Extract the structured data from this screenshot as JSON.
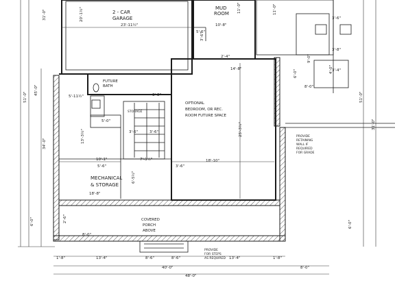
{
  "rooms": {
    "garage": [
      "2 - CAR",
      "GARAGE"
    ],
    "mud": [
      "MUD",
      "ROOM"
    ],
    "optional": [
      "OPTIONAL",
      "BEDROOM, OR REC.",
      "ROOM FUTURE SPACE"
    ],
    "mechanical": [
      "MECHANICAL",
      "& STORAGE"
    ],
    "porch": [
      "COVERED",
      "PORCH",
      "ABOVE"
    ],
    "future_bath": [
      "FUTURE",
      "BATH"
    ],
    "storage_small": "STORAGE"
  },
  "notes": {
    "retaining": [
      "PROVIDE",
      "RETAINING",
      "WALL IF",
      "REQUIRED",
      "FOR GRADE"
    ],
    "steps": [
      "PROVIDE",
      "FOR STEPS",
      "AS REQUIRED"
    ]
  },
  "dimensions": {
    "garage_width": "23'-11½\"",
    "garage_depth": "20'-1½\"",
    "mud_width": "10'-8\"",
    "mud_depth": "11'-0\"",
    "opt_width": "18'-10\"",
    "opt_depth": "25'-3½\"",
    "opt_top": "14'-8\"",
    "mech_width": "18'-8\"",
    "mech_depth": "13'-3½\"",
    "d_10_1": "10'-1\"",
    "d_7_3": "7'-3½\"",
    "d_5_11": "5'-11½\"",
    "d_5_0": "5'-0\"",
    "d_3_6a": "3'-6\"",
    "d_3_6b": "3'-6\"",
    "d_3_8": "3'-8\"",
    "d_5_6": "5'-6\"",
    "d_2_4": "2'-4\"",
    "d_8_0": "8'-0\"",
    "d_9_0": "9'-0\"",
    "d_4_0": "4'-0\"",
    "d_3_6r1": "3'-6\"",
    "d_3_6r2": "3'-8\"",
    "d_3_4": "3'-4\"",
    "d_6_0": "6'-0\"",
    "d_2_6": "2'-6\"",
    "left_45": "45'-0\"",
    "left_51": "51'-0\"",
    "left_34": "34'-0\"",
    "left_6": "6'-0\"",
    "left_31": "31'-0\"",
    "right_51": "51'-0\"",
    "right_31": "31'-0\"",
    "right_6": "6'-0\"",
    "bottom_1_8a": "1'-8\"",
    "bottom_13_4a": "13'-4\"",
    "bottom_8_6a": "8'-6\"",
    "bottom_8_6b": "8'-6\"",
    "bottom_13_4b": "13'-4\"",
    "bottom_1_8b": "1'-8\"",
    "bottom_40": "40'-0\"",
    "bottom_8": "8'-0\"",
    "bottom_48": "48'-0\"",
    "top_3_6": "3'-6\"",
    "top_11_0": "11'-0\"",
    "s_5_6": "5'-6\"",
    "s_3_6": "3'-6\"",
    "s_8_0": "8'-0\"",
    "s_6_5": "6'-5½\""
  },
  "colors": {
    "ink": "#1a1a1a",
    "paper": "#ffffff",
    "hatch": "#555555"
  }
}
